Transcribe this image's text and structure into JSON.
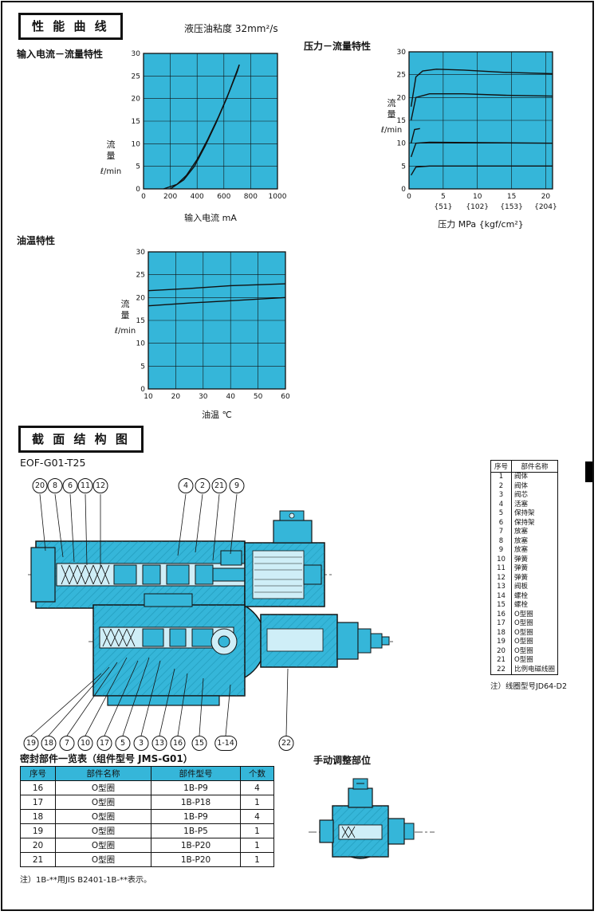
{
  "header": {
    "title": "性 能 曲 线",
    "viscosity": "液压油粘度  32mm²/s"
  },
  "chart_data": [
    {
      "type": "line",
      "title": "输入电流－流量特性",
      "xlabel": "输入电流 mA",
      "ylabel": "流量",
      "ylabel_unit": "ℓ/min",
      "xlim": [
        0,
        1000
      ],
      "ylim": [
        0,
        30
      ],
      "x_ticks": [
        0,
        200,
        400,
        600,
        800,
        1000
      ],
      "y_ticks": [
        0,
        5,
        10,
        15,
        20,
        25,
        30
      ],
      "grid": true,
      "legend": "none",
      "series": [
        {
          "name": "rising",
          "points": [
            [
              150,
              0
            ],
            [
              250,
              1
            ],
            [
              320,
              3
            ],
            [
              400,
              6.5
            ],
            [
              480,
              11
            ],
            [
              560,
              16
            ],
            [
              640,
              21.5
            ],
            [
              700,
              26
            ],
            [
              715,
              27.5
            ]
          ]
        },
        {
          "name": "falling",
          "points": [
            [
              200,
              0
            ],
            [
              300,
              2
            ],
            [
              380,
              5
            ],
            [
              460,
              9.5
            ],
            [
              540,
              14.5
            ],
            [
              620,
              20
            ],
            [
              690,
              25.5
            ],
            [
              715,
              27.5
            ]
          ]
        }
      ]
    },
    {
      "type": "line",
      "title": "压力－流量特性",
      "xlabel": "压力 MPa {kgf/cm²}",
      "ylabel": "流量",
      "ylabel_unit": "ℓ/min",
      "xlim": [
        0,
        21
      ],
      "ylim": [
        0,
        30
      ],
      "x_ticks": [
        0,
        5,
        10,
        15,
        20
      ],
      "x_ticks2": [
        "",
        "{51}",
        "{102}",
        "{153}",
        "{204}"
      ],
      "y_ticks": [
        0,
        5,
        10,
        15,
        20,
        25,
        30
      ],
      "grid": true,
      "legend": "none",
      "series": [
        {
          "name": "25lpm",
          "points": [
            [
              0.3,
              18
            ],
            [
              1,
              24.5
            ],
            [
              2,
              25.8
            ],
            [
              4,
              26.2
            ],
            [
              8,
              26
            ],
            [
              14,
              25.5
            ],
            [
              21,
              25.2
            ]
          ]
        },
        {
          "name": "20lpm",
          "points": [
            [
              0.3,
              15
            ],
            [
              1,
              20
            ],
            [
              3,
              20.8
            ],
            [
              8,
              20.8
            ],
            [
              14,
              20.5
            ],
            [
              21,
              20.3
            ]
          ]
        },
        {
          "name": "13lpm",
          "points": [
            [
              0.3,
              10
            ],
            [
              0.8,
              13
            ],
            [
              1.6,
              13.2
            ]
          ]
        },
        {
          "name": "10lpm",
          "points": [
            [
              0.3,
              7
            ],
            [
              1,
              10
            ],
            [
              3,
              10.2
            ],
            [
              21,
              10
            ]
          ]
        },
        {
          "name": "5lpm",
          "points": [
            [
              0.3,
              3
            ],
            [
              1,
              4.8
            ],
            [
              3,
              5
            ],
            [
              21,
              5
            ]
          ]
        }
      ]
    },
    {
      "type": "line",
      "title": "油温特性",
      "xlabel": "油温 ℃",
      "ylabel": "流量",
      "ylabel_unit": "ℓ/min",
      "xlim": [
        10,
        60
      ],
      "ylim": [
        0,
        30
      ],
      "x_ticks": [
        10,
        20,
        30,
        40,
        50,
        60
      ],
      "y_ticks": [
        0,
        5,
        10,
        15,
        20,
        25,
        30
      ],
      "grid": true,
      "legend": "none",
      "series": [
        {
          "name": "upper",
          "points": [
            [
              10,
              21.5
            ],
            [
              25,
              22
            ],
            [
              40,
              22.6
            ],
            [
              60,
              23
            ]
          ]
        },
        {
          "name": "lower",
          "points": [
            [
              10,
              18.2
            ],
            [
              25,
              18.8
            ],
            [
              40,
              19.3
            ],
            [
              60,
              20
            ]
          ]
        }
      ]
    }
  ],
  "structure": {
    "title": "截 面 结 构 图",
    "model": "EOF-G01-T25",
    "callouts_top": [
      "20",
      "8",
      "6",
      "11",
      "12",
      "4",
      "2",
      "21",
      "9"
    ],
    "callouts_bottom": [
      "19",
      "18",
      "7",
      "10",
      "17",
      "5",
      "3",
      "13",
      "16",
      "15",
      "1-14",
      "22"
    ],
    "parts": {
      "headers": [
        "序号",
        "部件名称"
      ],
      "rows": [
        [
          "1",
          "阀体"
        ],
        [
          "2",
          "阀体"
        ],
        [
          "3",
          "阀芯"
        ],
        [
          "4",
          "活塞"
        ],
        [
          "5",
          "保持架"
        ],
        [
          "6",
          "保持架"
        ],
        [
          "7",
          "放塞"
        ],
        [
          "8",
          "放塞"
        ],
        [
          "9",
          "放塞"
        ],
        [
          "10",
          "弹簧"
        ],
        [
          "11",
          "弹簧"
        ],
        [
          "12",
          "弹簧"
        ],
        [
          "13",
          "阀板"
        ],
        [
          "14",
          "螺栓"
        ],
        [
          "15",
          "螺栓"
        ],
        [
          "16",
          "O型圈"
        ],
        [
          "17",
          "O型圈"
        ],
        [
          "18",
          "O型圈"
        ],
        [
          "19",
          "O型圈"
        ],
        [
          "20",
          "O型圈"
        ],
        [
          "21",
          "O型圈"
        ],
        [
          "22",
          "比例电磁线圈"
        ]
      ]
    },
    "note": "注）线圈型号JD64-D2"
  },
  "seal": {
    "title": "密封部件一览表（组件型号 JMS-G01）",
    "headers": [
      "序号",
      "部件名称",
      "部件型号",
      "个数"
    ],
    "rows": [
      [
        "16",
        "O型圈",
        "1B-P9",
        "4"
      ],
      [
        "17",
        "O型圈",
        "1B-P18",
        "1"
      ],
      [
        "18",
        "O型圈",
        "1B-P9",
        "4"
      ],
      [
        "19",
        "O型圈",
        "1B-P5",
        "1"
      ],
      [
        "20",
        "O型圈",
        "1B-P20",
        "1"
      ],
      [
        "21",
        "O型圈",
        "1B-P20",
        "1"
      ]
    ],
    "note": "注）1B-**用JIS B2401-1B-**表示。"
  },
  "manual": {
    "title": "手动调整部位"
  },
  "colors": {
    "cyan": "#35b6d9",
    "line": "#141414",
    "bore": "#cfeef7"
  }
}
